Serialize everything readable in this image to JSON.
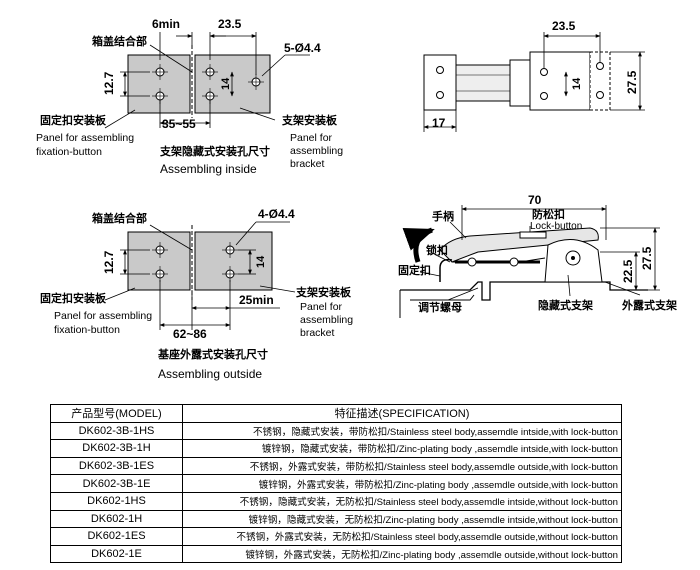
{
  "inside_view": {
    "label_box_joint": "箱盖结合部",
    "dim_6min": "6min",
    "dim_23_5": "23.5",
    "dim_holes": "5-Ø4.4",
    "dim_12_7": "12.7",
    "dim_14": "14",
    "dim_35_55": "35~55",
    "label_fix_cn": "固定扣安装板",
    "label_fix_en1": "Panel for assembling",
    "label_fix_en2": "fixation-button",
    "label_bracket_cn": "支架安装板",
    "label_bracket_en1": "Panel for",
    "label_bracket_en2": "assembling",
    "label_bracket_en3": "bracket",
    "caption_cn": "支架隐藏式安装孔尺寸",
    "caption_en": "Assembling inside"
  },
  "outside_view": {
    "label_box_joint": "箱盖结合部",
    "dim_holes": "4-Ø4.4",
    "dim_12_7": "12.7",
    "dim_14": "14",
    "dim_25min": "25min",
    "dim_62_86": "62~86",
    "label_fix_cn": "固定扣安装板",
    "label_fix_en1": "Panel for assembling",
    "label_fix_en2": "fixation-button",
    "label_bracket_cn": "支架安装板",
    "label_bracket_en1": "Panel for",
    "label_bracket_en2": "assembling",
    "label_bracket_en3": "bracket",
    "caption_cn": "基座外露式安装孔尺寸",
    "caption_en": "Assembling outside"
  },
  "top_view": {
    "dim_23_5": "23.5",
    "dim_14": "14",
    "dim_27_5": "27.5",
    "dim_17": "17"
  },
  "side_view": {
    "dim_70": "70",
    "dim_22_5": "22.5",
    "dim_27_5": "27.5",
    "label_handle": "手柄",
    "label_lock": "锁扣",
    "label_fix": "固定扣",
    "label_nut": "调节螺母",
    "label_lockbtn_cn": "防松扣",
    "label_lockbtn_en": "Lock-button",
    "label_hidden": "隐藏式支架",
    "label_exposed": "外露式支架"
  },
  "table": {
    "header_model": "产品型号(MODEL)",
    "header_spec": "特征描述(SPECIFICATION)",
    "rows": [
      {
        "model": "DK602-3B-1HS",
        "spec": "不锈钢，隐藏式安装，带防松扣/Stainless steel body,assemdle intside,with lock-button"
      },
      {
        "model": "DK602-3B-1H",
        "spec": "镀锌钢，隐藏式安装，带防松扣/Zinc-plating body ,assemdle intside,with lock-button"
      },
      {
        "model": "DK602-3B-1ES",
        "spec": "不锈钢，外露式安装，带防松扣/Stainless steel body,assemdle outside,with lock-button"
      },
      {
        "model": "DK602-3B-1E",
        "spec": "镀锌钢，外露式安装，带防松扣/Zinc-plating body ,assemdle outside,with lock-button"
      },
      {
        "model": "DK602-1HS",
        "spec": "不锈钢，隐藏式安装，无防松扣/Stainless steel body,assemdle intside,without lock-button"
      },
      {
        "model": "DK602-1H",
        "spec": "镀锌钢，隐藏式安装，无防松扣/Zinc-plating body ,assemdle intside,without lock-button"
      },
      {
        "model": "DK602-1ES",
        "spec": "不锈钢，外露式安装，无防松扣/Stainless steel body,assemdle outside,without lock-button"
      },
      {
        "model": "DK602-1E",
        "spec": "镀锌钢，外露式安装，无防松扣/Zinc-plating body ,assemdle outside,without lock-button"
      }
    ]
  }
}
